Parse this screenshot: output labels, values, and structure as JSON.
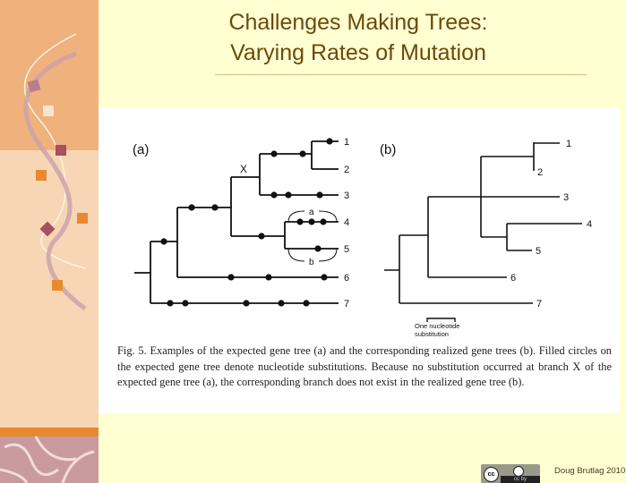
{
  "slide": {
    "title_line1": "Challenges Making Trees:",
    "title_line2": "Varying Rates of Mutation"
  },
  "figure": {
    "panel_a_label": "(a)",
    "panel_b_label": "(b)",
    "branch_x_label": "X",
    "bracket_a_label": "a",
    "bracket_b_label": "b",
    "leaf_labels": [
      "1",
      "2",
      "3",
      "4",
      "5",
      "6",
      "7"
    ],
    "scale_bar_label_line1": "One nucleotide",
    "scale_bar_label_line2": "substitution",
    "caption": "Fig. 5. Examples of the expected gene tree (a) and the corresponding realized gene trees (b). Filled circles on the expected gene tree denote nucleotide substitutions. Because no substitution occurred at branch X of the expected gene tree (a), the corresponding branch does not exist in the realized gene tree (b)."
  },
  "footer": {
    "license_badge": "cc by",
    "credit": "Doug Brutlag 2010"
  },
  "colors": {
    "background": "#FFFFD2",
    "title": "#6B4A0C",
    "panel_top": "#EFB27C",
    "panel_bottom": "#F6D6B4",
    "band": "#E8892E"
  }
}
